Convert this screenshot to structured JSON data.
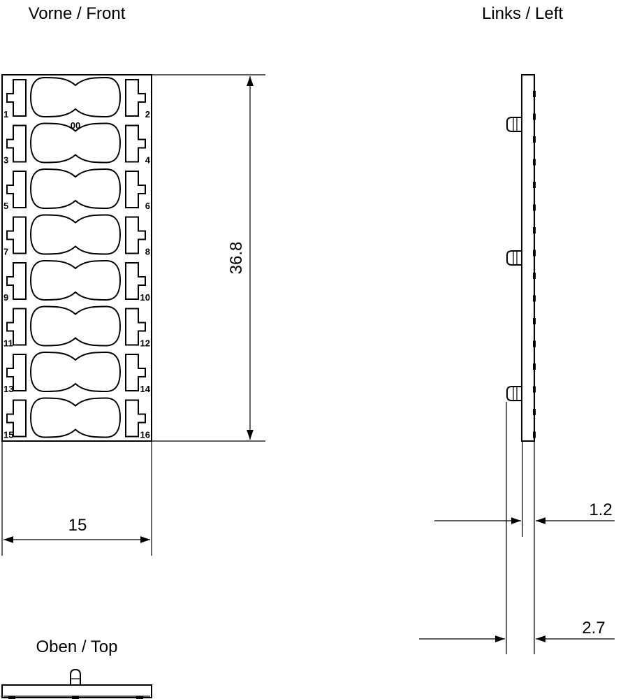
{
  "views": {
    "front": {
      "title": "Vorne / Front"
    },
    "left": {
      "title": "Links / Left"
    },
    "top": {
      "title": "Oben / Top"
    }
  },
  "dimensions": {
    "height": "36.8",
    "width": "15",
    "thickness_plate": "1.2",
    "thickness_total": "2.7"
  },
  "front_labels": {
    "center": "00",
    "left_numbers": [
      "1",
      "3",
      "5",
      "7",
      "9",
      "11",
      "13",
      "15"
    ],
    "right_numbers": [
      "2",
      "4",
      "6",
      "8",
      "10",
      "12",
      "14",
      "16"
    ]
  }
}
